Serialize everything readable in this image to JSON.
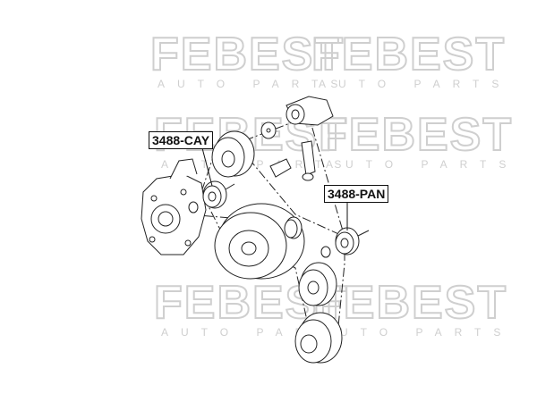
{
  "watermark": {
    "brand": "FEBEST",
    "tagline": "AUTO PARTS"
  },
  "callouts": [
    {
      "id": "cay",
      "label": "3488-CAY"
    },
    {
      "id": "pan",
      "label": "3488-PAN"
    }
  ],
  "colors": {
    "line": "#222222",
    "watermark": "#cfcfcf",
    "background": "#ffffff"
  }
}
